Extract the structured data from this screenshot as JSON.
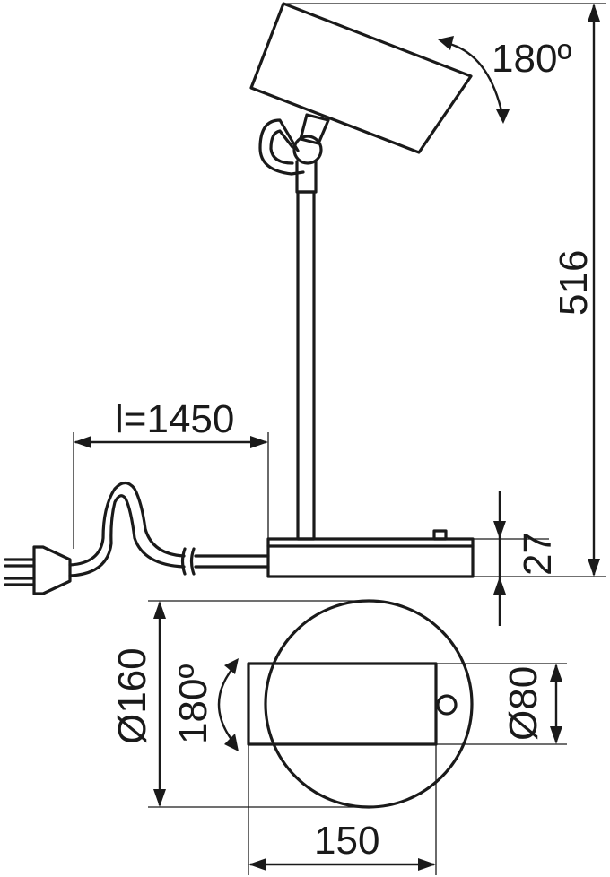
{
  "labels": {
    "head_rotation": "180º",
    "height": "516",
    "cable_length": "l=1450",
    "base_height": "27",
    "base_diameter": "Ø160",
    "top_rotation": "180º",
    "head_diameter": "Ø80",
    "head_length": "150"
  },
  "colors": {
    "line": "#1a1a1a",
    "background": "#ffffff"
  }
}
